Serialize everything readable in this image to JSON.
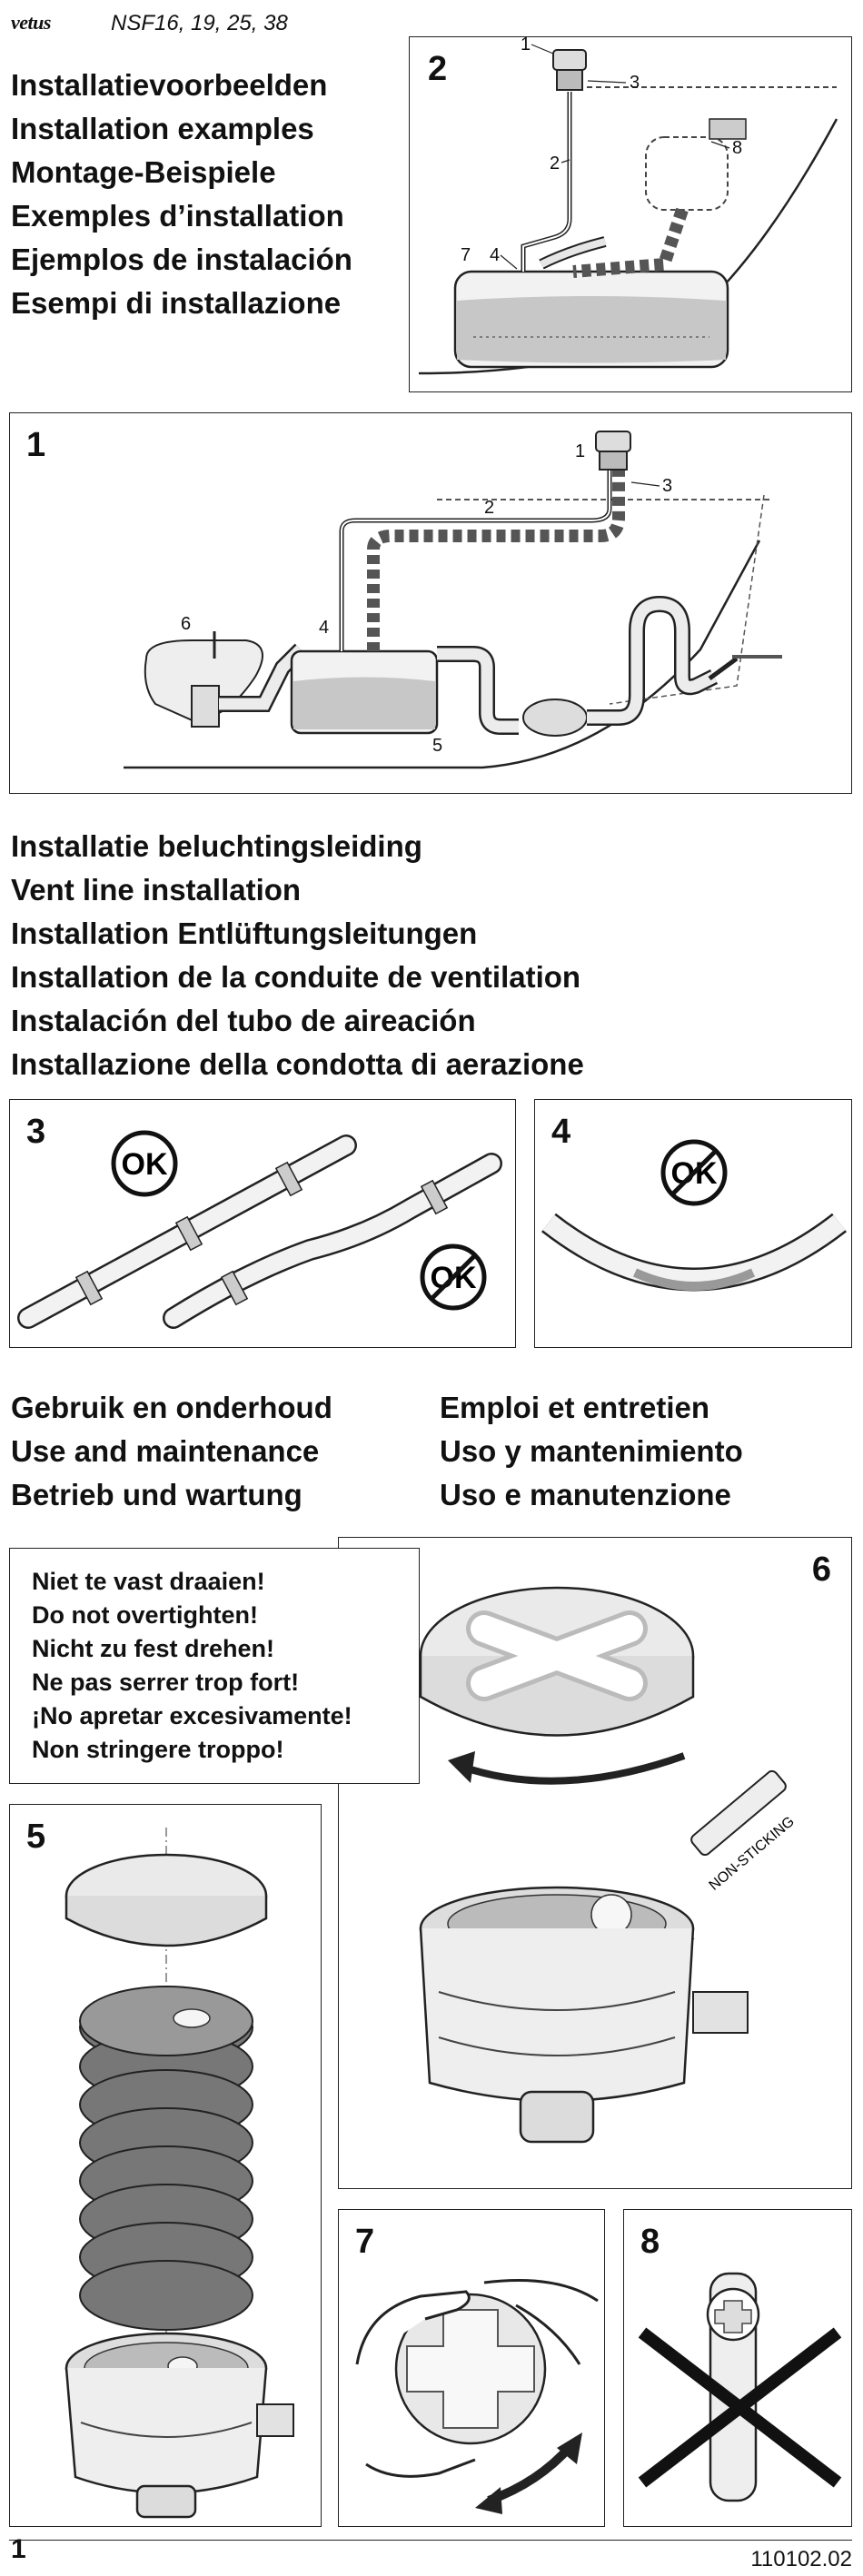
{
  "header": {
    "brand": "vetus",
    "models": "NSF16, 19, 25, 38"
  },
  "section_install": {
    "lines": [
      "Installatievoorbeelden",
      "Installation examples",
      "Montage-Beispiele",
      "Exemples d’installation",
      "Ejemplos de instalación",
      "Esempi di installazione"
    ]
  },
  "figure2": {
    "number": "2",
    "callouts": [
      "1",
      "2",
      "3",
      "4",
      "7",
      "8"
    ]
  },
  "figure1": {
    "number": "1",
    "callouts": [
      "1",
      "2",
      "3",
      "4",
      "5",
      "6"
    ]
  },
  "section_vent": {
    "lines": [
      "Installatie beluchtingsleiding",
      "Vent line installation",
      "Installation Entlüftungsleitungen",
      "Installation de la conduite de ventilation",
      "Instalación del tubo de aireación",
      "Installazione della condotta di aerazione"
    ]
  },
  "figure3": {
    "number": "3",
    "ok_label": "OK",
    "notok_label": "OK"
  },
  "figure4": {
    "number": "4",
    "notok_label": "OK"
  },
  "section_use": {
    "left": [
      "Gebruik en onderhoud",
      "Use and maintenance",
      "Betrieb und wartung"
    ],
    "right": [
      "Emploi et entretien",
      "Uso y mantenimiento",
      "Uso e manutenzione"
    ]
  },
  "warning": {
    "lines": [
      "Niet te vast draaien!",
      "Do not overtighten!",
      "Nicht zu fest drehen!",
      "Ne pas serrer trop fort!",
      "¡No apretar excesivamente!",
      "Non stringere troppo!"
    ]
  },
  "figure5": {
    "number": "5"
  },
  "figure6": {
    "number": "6",
    "tube_label": "NON-STICKING"
  },
  "figure7": {
    "number": "7"
  },
  "figure8": {
    "number": "8"
  },
  "footer": {
    "page": "1",
    "doc_code": "110102.02"
  }
}
